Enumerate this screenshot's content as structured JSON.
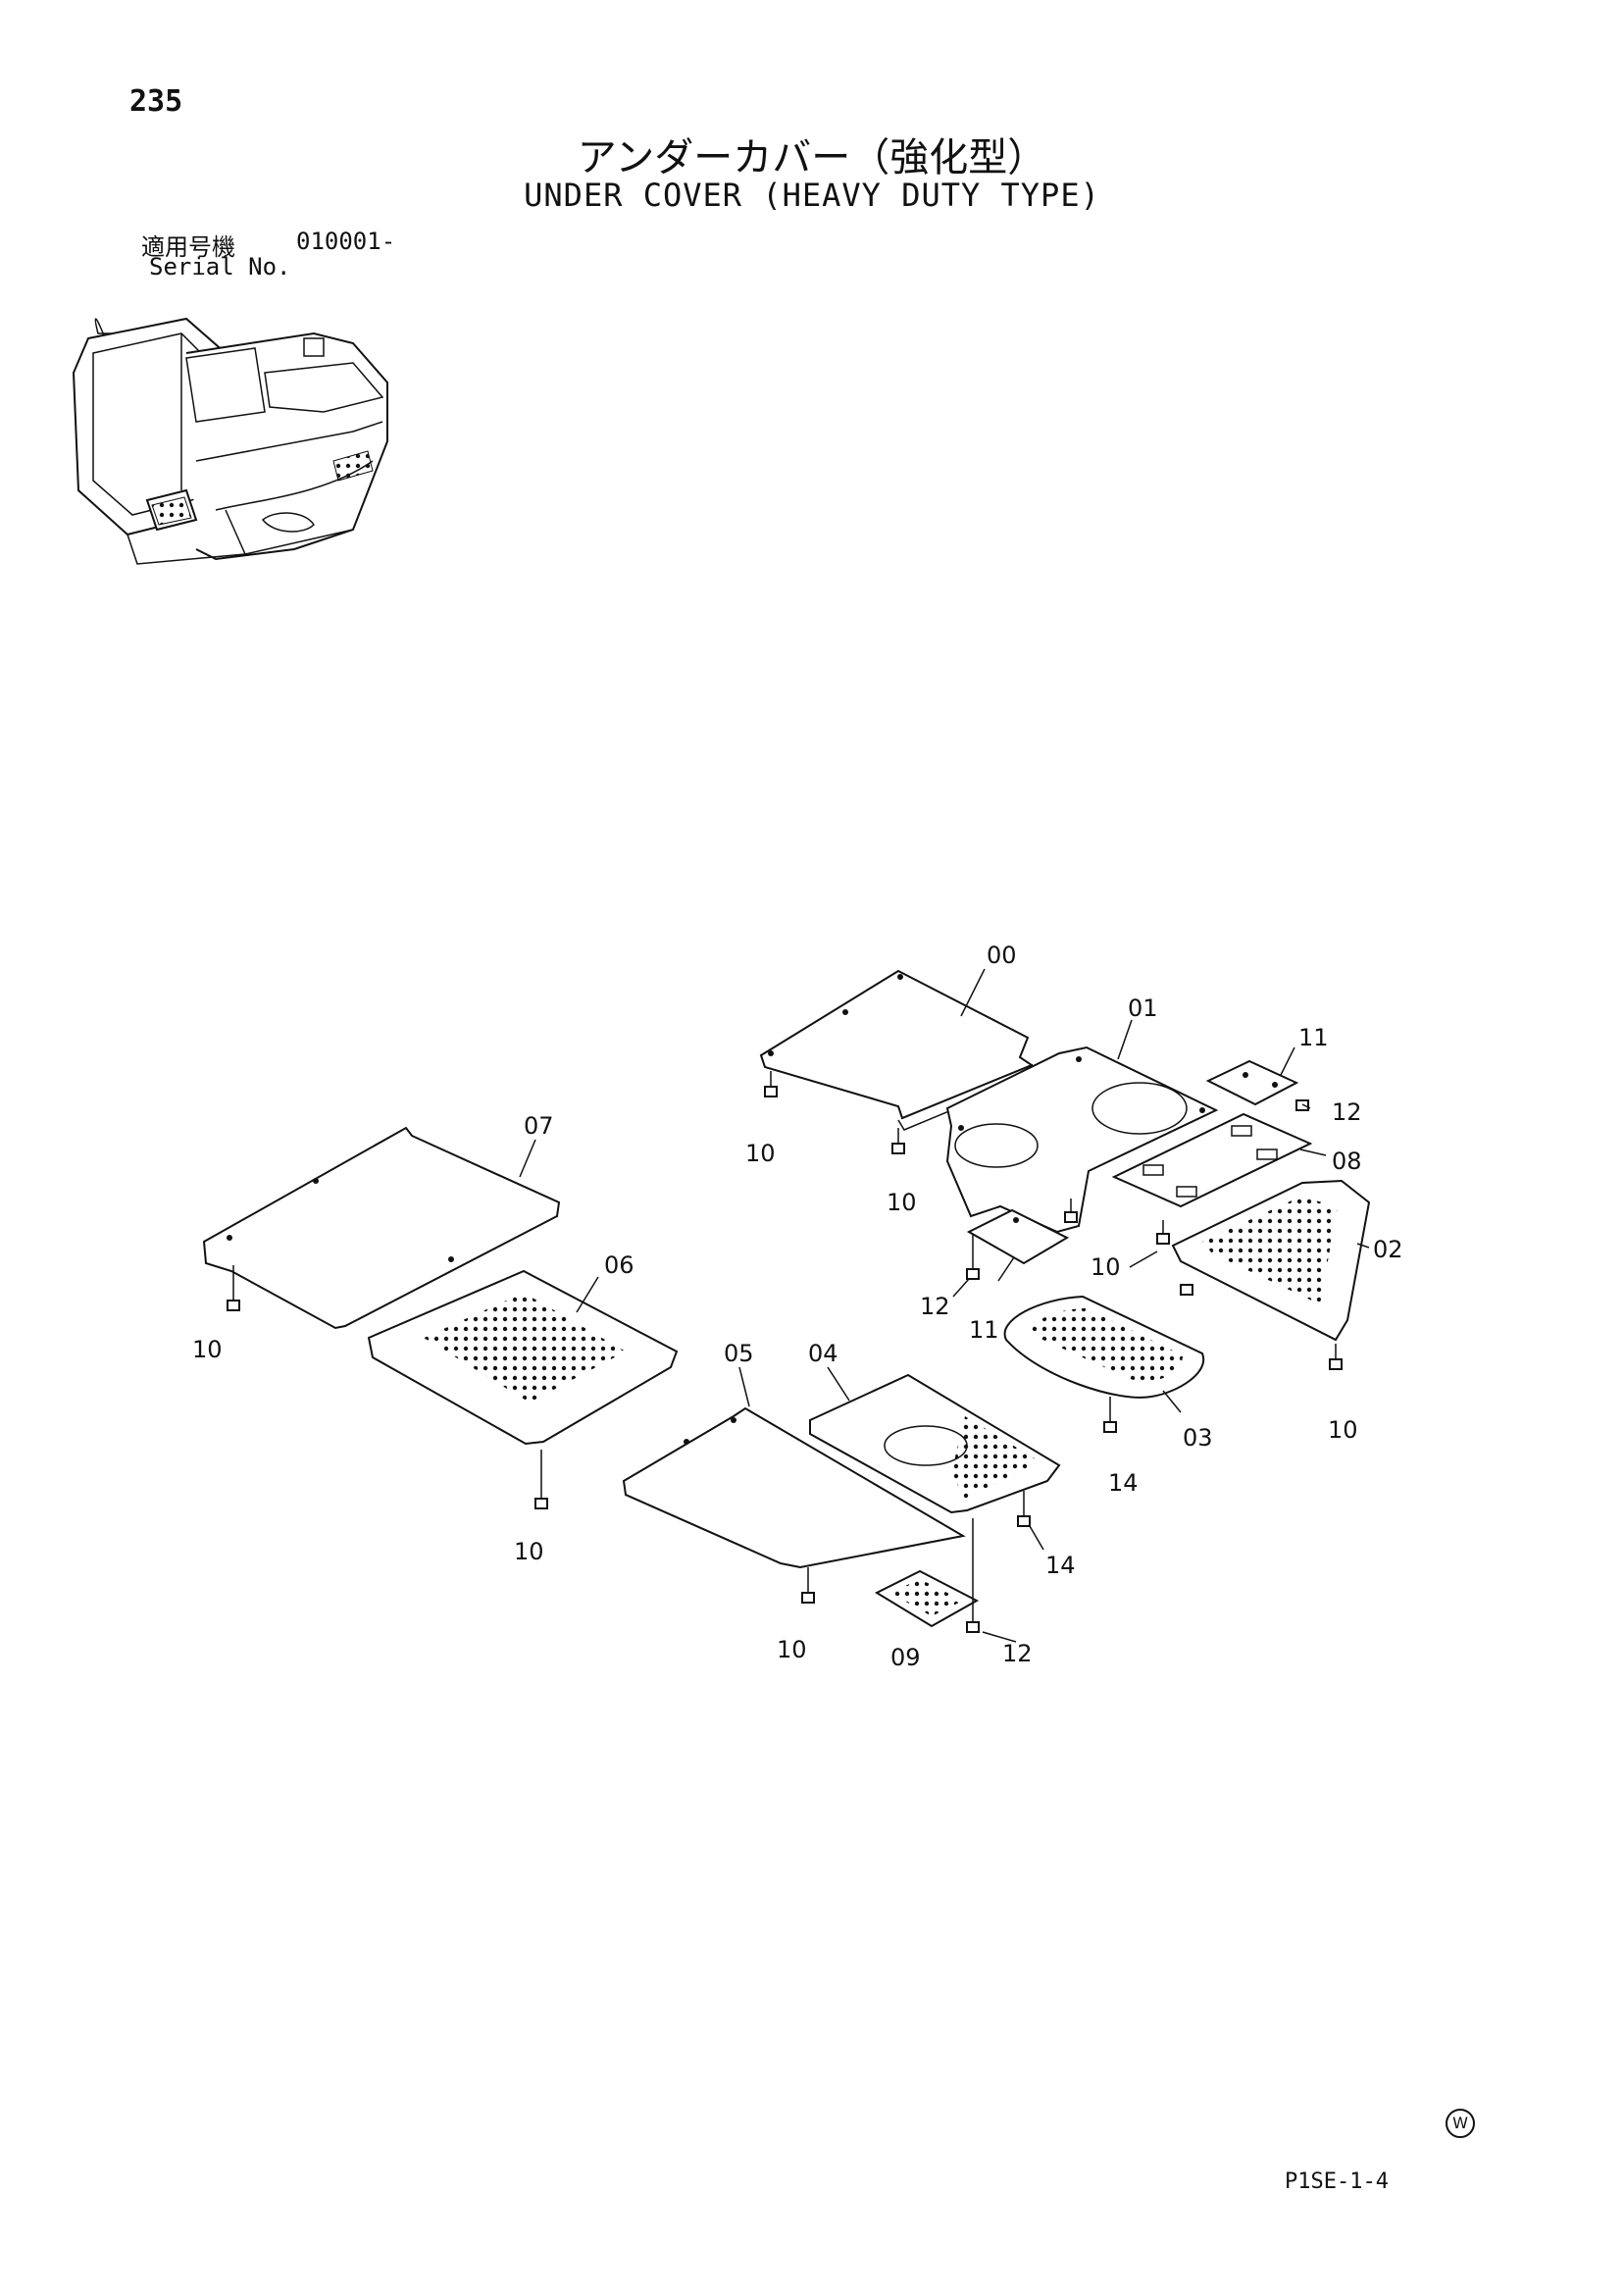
{
  "header": {
    "page_number": "235",
    "title_jp": "アンダーカバー（強化型）",
    "title_en": "UNDER COVER (HEAVY DUTY TYPE)"
  },
  "serial": {
    "label_jp": "適用号機",
    "value": "010001-",
    "label_en": "Serial No."
  },
  "callouts": {
    "c00": "00",
    "c01": "01",
    "c02": "02",
    "c03": "03",
    "c04": "04",
    "c05": "05",
    "c06": "06",
    "c07": "07",
    "c08": "08",
    "c09": "09",
    "c10": "10",
    "c11": "11",
    "c12": "12",
    "c14": "14"
  },
  "footer": {
    "code": "P1SE-1-4",
    "mark": "W"
  }
}
